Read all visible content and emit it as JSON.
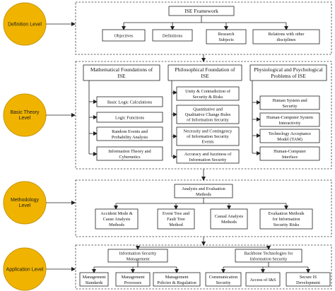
{
  "levels": {
    "definition": "Definition Level",
    "basic_theory": [
      "Basic Theory",
      "Level"
    ],
    "methodology": [
      "Methodology",
      "Level"
    ],
    "application": "Application Level"
  },
  "definition": {
    "root": "ISE Framework",
    "items": [
      "Objectives",
      "Definitions",
      [
        "Research",
        "Subjects"
      ],
      [
        "Relations with other",
        "disciplines"
      ]
    ]
  },
  "basic_theory": {
    "col1": {
      "header": [
        "Mathematical Foundations of",
        "ISE"
      ],
      "items": [
        [
          "Basic Logic Calculations"
        ],
        [
          "Logic Functions"
        ],
        [
          "Random Events and",
          "Probability Analysis"
        ],
        [
          "Information Theory and",
          "Cybernetics"
        ]
      ]
    },
    "col2": {
      "header": [
        "Philosophical Foundation of",
        "ISE"
      ],
      "items": [
        [
          "Unity & Contradiction of",
          "Security & Risks"
        ],
        [
          "Quantitative and",
          "Qualitative Change Rules",
          "of Information Security"
        ],
        [
          "Necessity and Contingency",
          "of Information Security",
          "Events"
        ],
        [
          "Accuracy and fuzziness of",
          "Information Security"
        ]
      ]
    },
    "col3": {
      "header": [
        "Physiological and Psychological",
        "Problems of ISE"
      ],
      "items": [
        [
          "Human System and",
          "Security"
        ],
        [
          "Human-Computer System",
          "Interactivity"
        ],
        [
          "Technology Acceptance",
          "Model (TAM)"
        ],
        [
          "Human-Computer",
          "Interface"
        ]
      ]
    }
  },
  "methodology": {
    "root": [
      "Analysis and Evaluation",
      "Methods"
    ],
    "items": [
      [
        "Accident Mode &",
        "Cause Analysis",
        "Methods"
      ],
      [
        "Event Tree and",
        "Fault Tree",
        "Method"
      ],
      [
        "Casual Analysis",
        "Methods"
      ],
      [
        "Evaluation Methods",
        "for Information",
        "Security Risks"
      ]
    ]
  },
  "application": {
    "left": {
      "header": [
        "Information Security",
        "Management"
      ],
      "items": [
        [
          "Management",
          "Standards"
        ],
        [
          "Management",
          "Processes"
        ],
        [
          "Management",
          "Policies & Regulation"
        ]
      ]
    },
    "right": {
      "header": [
        "Backbone Technologies for",
        "Information Security"
      ],
      "items": [
        [
          "Communication",
          "Security"
        ],
        [
          "Access of I&S"
        ],
        [
          "Secure IS",
          "Development"
        ]
      ]
    }
  },
  "colors": {
    "circle": "#f0b400",
    "line": "#222222"
  }
}
